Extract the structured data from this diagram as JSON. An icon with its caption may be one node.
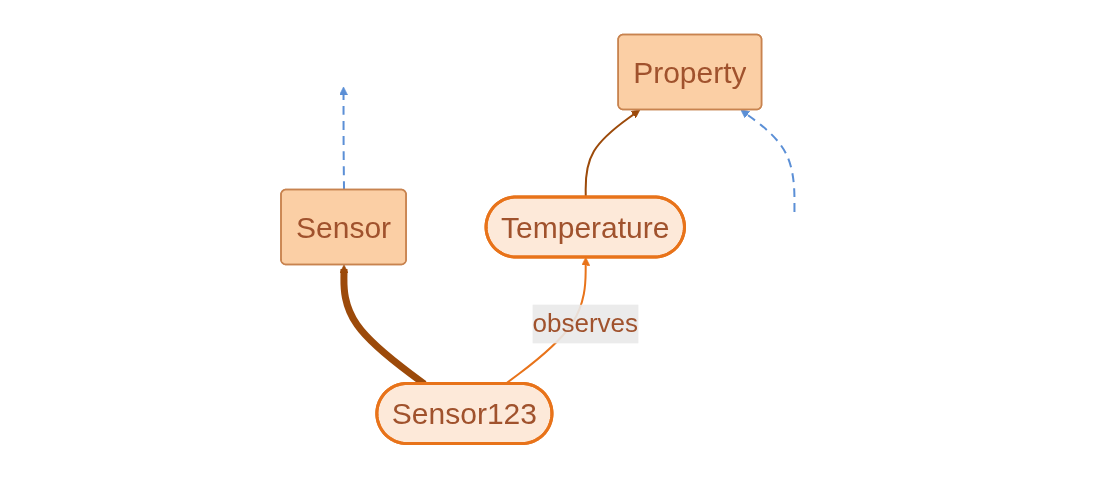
{
  "diagram": {
    "nodes": [
      {
        "text": [
          "Sensor"
        ]
      },
      {
        "text": [
          "Property"
        ]
      },
      {
        "text": [
          "Sensor123"
        ]
      },
      {
        "text": [
          "Temperature"
        ]
      }
    ],
    "edges": [
      {
        "from": 2,
        "to": 0,
        "arrow": "to",
        "style": "thick"
      },
      {
        "from": 3,
        "to": 1,
        "arrow": "to"
      },
      {
        "from": 2,
        "to": 3,
        "arrow": "to",
        "label": "observes",
        "color": "#e8731a"
      },
      {
        "from": 0,
        "to": null,
        "arrow": "to",
        "style": "dashed",
        "color": "#5b8fd6"
      },
      {
        "from": null,
        "to": 1,
        "arrow": "to",
        "style": "dashed",
        "color": "#5b8fd6"
      }
    ]
  }
}
